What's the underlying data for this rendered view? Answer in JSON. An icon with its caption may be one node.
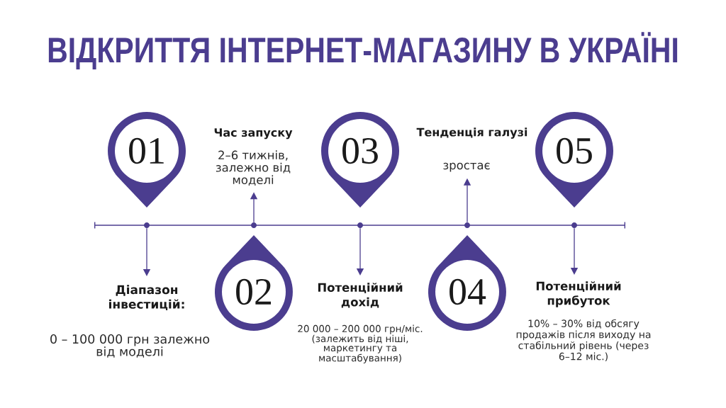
{
  "diagram": {
    "title": "ВІДКРИТТЯ ІНТЕРНЕТ-МАГАЗИНУ В УКРАЇНІ",
    "nodes": [
      {
        "text": [
          "01"
        ]
      },
      {
        "text": [
          "Час запуску",
          "2–6 тижнів, залежно від моделі"
        ]
      },
      {
        "text": [
          "03"
        ]
      },
      {
        "text": [
          "Тенденція галузі",
          "зростає"
        ]
      },
      {
        "text": [
          "05"
        ]
      },
      {
        "text": [],
        "shape": "circle"
      },
      {
        "text": [],
        "shape": "circle"
      },
      {
        "text": [],
        "shape": "circle"
      },
      {
        "text": [],
        "shape": "circle"
      },
      {
        "text": [],
        "shape": "circle"
      },
      {
        "text": [
          "Діапазон інвестицій:",
          "0 – 100 000 грн залежно від моделі"
        ]
      },
      {
        "text": [
          "02"
        ]
      },
      {
        "text": [
          "Потенційний дохід",
          "20 000 – 200 000 грн/міс. (залежить від ніші, маркетингу та масштабування)"
        ]
      },
      {
        "text": [
          "04"
        ]
      },
      {
        "text": [
          "Потенційний прибуток",
          "10% – 30% від обсягу продажів після виходу на стабільний рівень (через 6–12 міс.)"
        ]
      }
    ],
    "edges": [
      {
        "from": 5,
        "to": 10,
        "arrow": "to"
      },
      {
        "from": 6,
        "to": 1,
        "arrow": "to"
      },
      {
        "from": 7,
        "to": 12,
        "arrow": "to"
      },
      {
        "from": 8,
        "to": 3,
        "arrow": "to"
      },
      {
        "from": 9,
        "to": 14,
        "arrow": "to"
      }
    ]
  }
}
